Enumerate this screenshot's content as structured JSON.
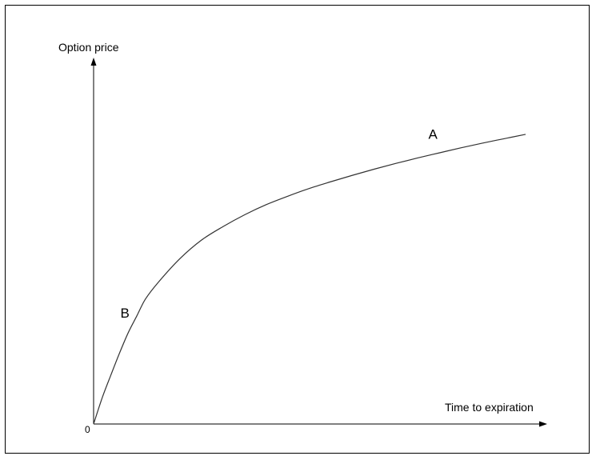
{
  "chart_data": {
    "type": "line",
    "title": "",
    "xlabel": "Time to expiration",
    "ylabel": "Option price",
    "origin_label": "0",
    "xlim": [
      0,
      10
    ],
    "ylim": [
      0,
      10
    ],
    "grid": false,
    "series": [
      {
        "color": "#333333",
        "x": [
          0,
          0.2,
          0.4,
          0.6,
          0.8,
          1.0,
          1.2,
          1.5,
          2.0,
          2.5,
          3.0,
          3.5,
          4.0,
          4.5,
          5.0,
          5.5,
          6.0,
          6.5,
          7.0,
          7.5,
          8.0,
          8.5,
          9.0,
          9.5,
          10.0
        ],
        "values": [
          0,
          0.78,
          1.45,
          2.1,
          2.7,
          3.2,
          3.7,
          4.2,
          4.9,
          5.45,
          5.85,
          6.2,
          6.5,
          6.75,
          6.98,
          7.18,
          7.37,
          7.55,
          7.72,
          7.88,
          8.03,
          8.18,
          8.32,
          8.45,
          8.58
        ]
      }
    ],
    "annotations": [
      {
        "text": "A",
        "x": 7.75,
        "y": 8.45
      },
      {
        "text": "B",
        "x": 0.62,
        "y": 3.15
      }
    ]
  }
}
